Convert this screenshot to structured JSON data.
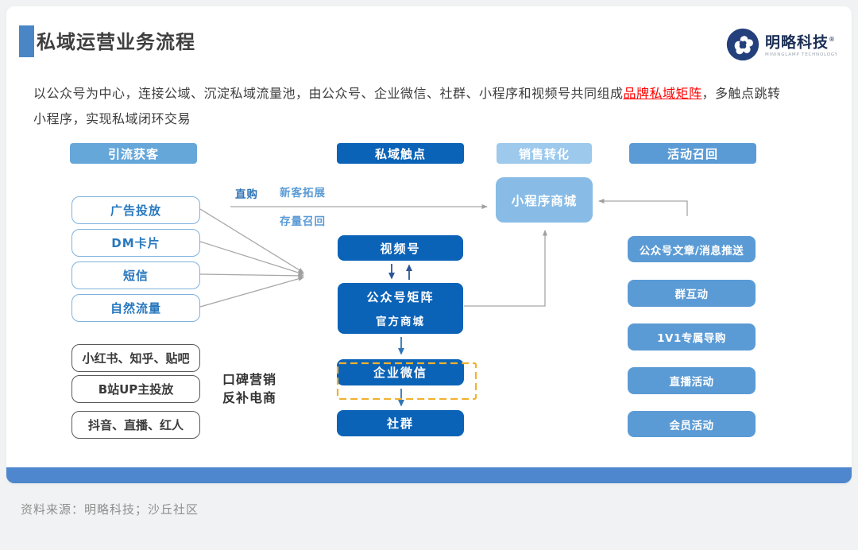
{
  "slide": {
    "title": "私域运营业务流程",
    "source": "资料来源：明略科技；沙丘社区"
  },
  "logo": {
    "name": "明略科技",
    "registered": "®",
    "subtitle": "MININGLAMP TECHNOLOGY"
  },
  "intro": {
    "line1_before": "以公众号为中心，连接公域、沉淀私域流量池，由公众号、企业微信、社群、小程序和视频号共同组成",
    "line1_highlight": "品牌私域矩阵",
    "line1_after": "，多触点跳转",
    "line2": "小程序，实现私域闭环交易"
  },
  "headers": {
    "acquisition": "引流获客",
    "touchpoint": "私域触点",
    "conversion": "销售转化",
    "recall": "活动召回"
  },
  "acquisition": {
    "paid_sources": [
      "广告投放",
      "DM卡片",
      "短信",
      "自然流量"
    ],
    "seeding_sources": [
      "小红书、知乎、贴吧",
      "B站UP主投放",
      "抖音、直播、红人"
    ]
  },
  "touchpoints": {
    "video_channel": "视频号",
    "official_account_matrix": "公众号矩阵",
    "official_store": "官方商城",
    "wecom": "企业微信",
    "community": "社群"
  },
  "conversion": {
    "mini_program_mall": "小程序商城"
  },
  "recall_actions": [
    "公众号文章/消息推送",
    "群互动",
    "1V1专属导购",
    "直播活动",
    "会员活动"
  ],
  "flow_labels": {
    "direct_buy": "直购",
    "new_customer_expand": "新客拓展",
    "stock_recall": "存量召回",
    "word_of_mouth_1": "口碑营销",
    "word_of_mouth_2": "反补电商"
  },
  "colors": {
    "accent_blue": "#4a86c6",
    "touchpoint_dark_blue": "#0b63b7",
    "recall_medium_blue": "#5b9bd5",
    "conversion_light_blue": "#9cc9ec",
    "acquisition_blue": "#66a7da",
    "mall_blue": "#88bce6",
    "highlight_red": "#ff0000",
    "dashed_yellow": "#f2b12e",
    "footer_bar_blue": "#4e87cd",
    "connector_gray": "#a0a0a0"
  }
}
